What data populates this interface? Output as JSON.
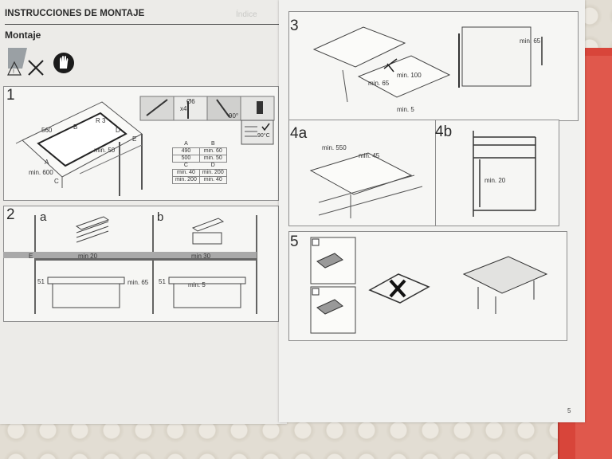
{
  "header": {
    "title": "INSTRUCCIONES DE MONTAJE",
    "subtitle": "Montaje",
    "ghost": "Índice"
  },
  "steps": {
    "s1": {
      "number": "1",
      "labels": [
        "560",
        "B",
        "R 3",
        "D",
        "A",
        "E",
        "min. 50",
        "min. 600",
        "C",
        "Ø6",
        "x4",
        "90°",
        "90°C"
      ],
      "table": {
        "rows": [
          [
            "A",
            "B"
          ],
          [
            "490",
            "min. 60"
          ],
          [
            "500",
            "min. 50"
          ],
          [
            "C",
            "D"
          ],
          [
            "min. 40",
            "min. 200"
          ],
          [
            "min. 200",
            "min. 40"
          ]
        ]
      }
    },
    "s2": {
      "number": "2",
      "a": "a",
      "b": "b",
      "e": "E",
      "min20": "min 20",
      "min30": "min 30",
      "n51a": "51",
      "n51b": "51",
      "min65": "min. 65",
      "min5": "min. 5"
    },
    "s3": {
      "number": "3",
      "min100": "min. 100",
      "min65": "min. 65",
      "min5": "min. 5",
      "min65r": "min. 65"
    },
    "s4a": {
      "number": "4a",
      "min550": "min. 550",
      "min45": "min. 45"
    },
    "s4b": {
      "number": "4b",
      "min20": "min. 20"
    },
    "s5": {
      "number": "5"
    }
  },
  "page_number": "5"
}
